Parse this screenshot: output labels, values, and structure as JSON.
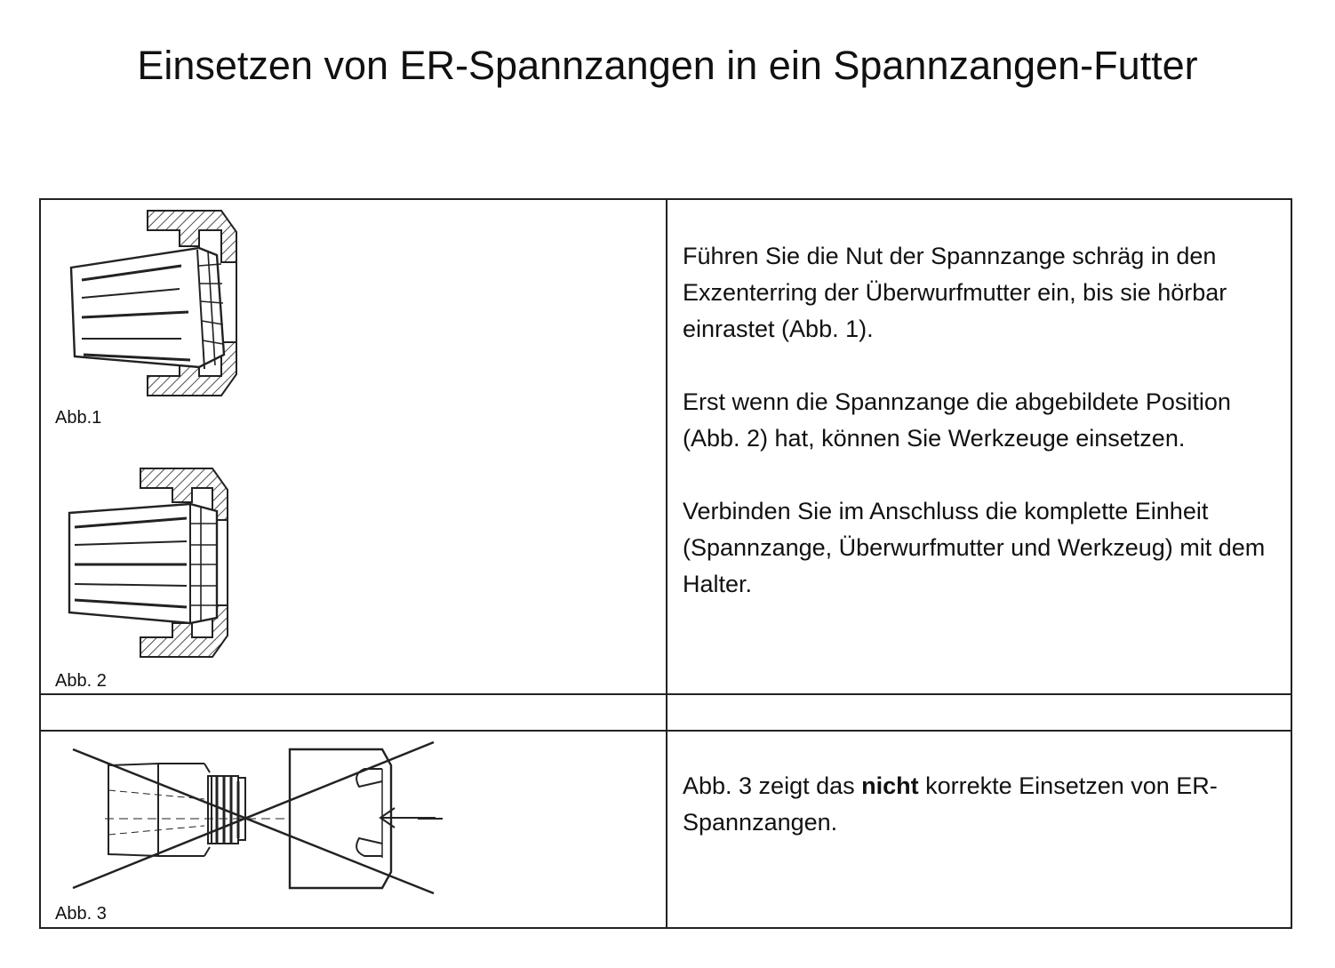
{
  "title": "Einsetzen von ER-Spannzangen in ein Spannzangen-Futter",
  "figures": {
    "abb1": {
      "caption": "Abb.1",
      "icon": "collet-inserted-tilted-icon"
    },
    "abb2": {
      "caption": "Abb. 2",
      "icon": "collet-seated-icon"
    },
    "abb3": {
      "caption": "Abb. 3",
      "icon": "collet-incorrect-crossed-out-icon"
    }
  },
  "instructions": {
    "p1": "Führen Sie die Nut der Spannzange schräg in den Exzenterring der Überwurfmutter ein, bis sie hörbar einrastet (Abb. 1).",
    "p2": "Erst wenn die Spannzange die abgebildete Position (Abb. 2) hat, können Sie Werkzeuge einsetzen.",
    "p3": "Verbinden Sie im Anschluss die komplette Einheit (Spannzange, Überwurfmutter und Werkzeug) mit dem Halter.",
    "p4_before": "Abb. 3 zeigt das ",
    "p4_bold": "nicht",
    "p4_after": " korrekte Einsetzen von ER-Spannzangen."
  }
}
